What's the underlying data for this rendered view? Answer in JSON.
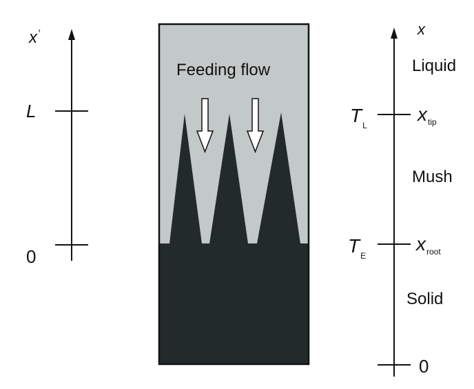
{
  "left_axis": {
    "var": "x",
    "prime": "′",
    "tick_top": "L",
    "tick_bottom": "0"
  },
  "center": {
    "flow_label": "Feeding flow",
    "colors": {
      "liquid": "#c3c9c8",
      "solid": "#222a2b",
      "frame": "#111111",
      "arrow_fill": "#ffffff"
    }
  },
  "right_axis": {
    "var": "x",
    "liquid": "Liquid",
    "mush": "Mush",
    "solid": "Solid",
    "upper": {
      "T": "T",
      "T_sub": "L",
      "x": "x",
      "x_sub": "tip"
    },
    "lower": {
      "T": "T",
      "T_sub": "E",
      "x": "x",
      "x_sub": "root"
    },
    "origin": "0"
  }
}
